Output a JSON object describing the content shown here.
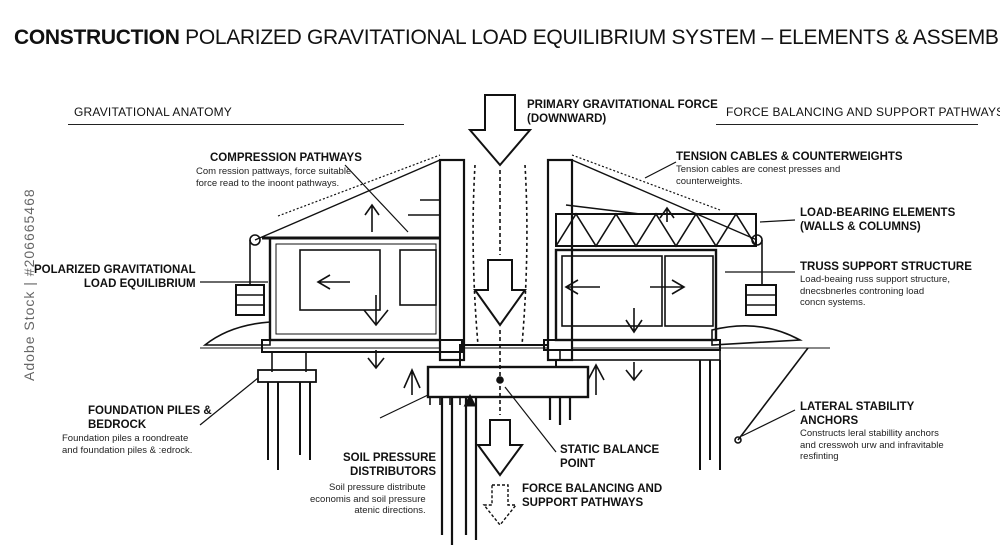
{
  "title": {
    "bold": "CONSTRUCTION",
    "rest": "POLARIZED GRAVITATIONAL LOAD EQUILIBRIUM SYSTEM – ELEMENTS & ASSEMBLY"
  },
  "sections": {
    "left": "GRAVITATIONAL ANATOMY",
    "right": "FORCE BALANCING AND SUPPORT PATHWAYS"
  },
  "labels": {
    "primary_force": {
      "title": "PRIMARY GRAVITATIONAL FORCE\n(DOWNWARD)"
    },
    "compression": {
      "title": "COMPRESSION PATHWAYS",
      "desc": "Com ression pattways, force suitable\nforce read to the inoont pathways."
    },
    "polarized": {
      "title": "POLARIZED GRAVITATIONAL\nLOAD EQUILIBRIUM"
    },
    "foundation": {
      "title": "FOUNDATION PILES &\nBEDROCK",
      "desc": "Foundation piles a roondreate\nand foundation piles & :edrock."
    },
    "soil": {
      "title": "SOIL PRESSURE\nDISTRIBUTORS",
      "desc": "Soil pressure distribute\neconomis and soil pressure\natenic directions."
    },
    "static": {
      "title": "STATIC BALANCE\nPOINT"
    },
    "force_balancing": {
      "title": "FORCE BALANCING AND\nSUPPORT PATHWAYS"
    },
    "tension": {
      "title": "TENSION CABLES & COUNTERWEIGHTS",
      "desc": "Tension cables are conest presses and\ncounterweights."
    },
    "load_bearing": {
      "title": "LOAD-BEARING ELEMENTS\n(WALLS & COLUMNS)"
    },
    "truss": {
      "title": "TRUSS SUPPORT STRUCTURE",
      "desc": "Load-beaing russ support structure,\ndnecsbnerles controning load\nconcn systems."
    },
    "lateral": {
      "title": "LATERAL STABILITY\nANCHORS",
      "desc": "Constructs leral stabillity anchors\nand cresswoh urw and infravitable\nresfinting"
    }
  },
  "watermark": "Adobe Stock | #206665468",
  "colors": {
    "ink": "#111111",
    "background": "#ffffff",
    "watermark": "#666666"
  }
}
